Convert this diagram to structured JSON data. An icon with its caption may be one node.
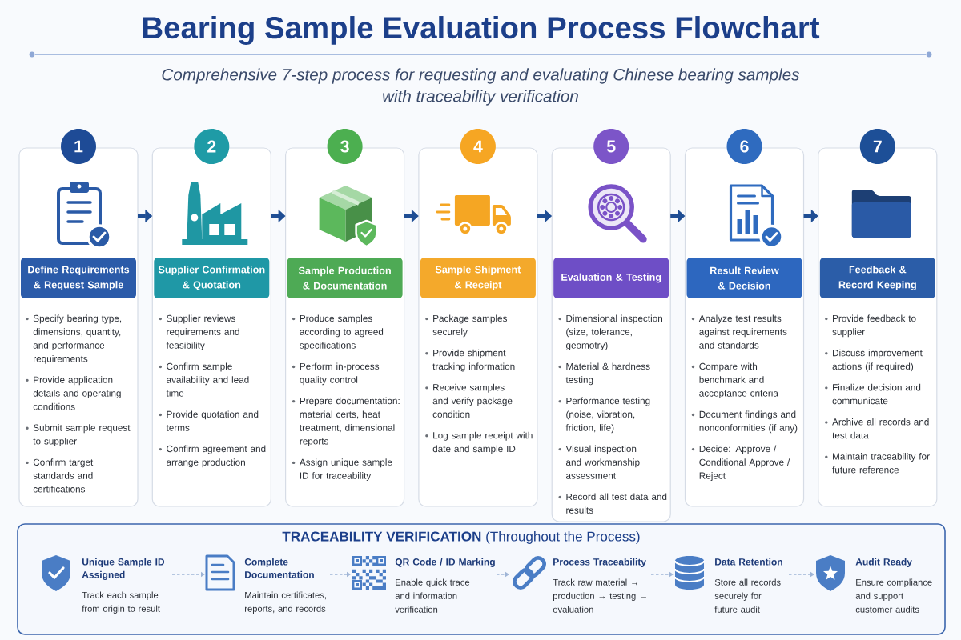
{
  "diagram": {
    "title": "Bearing Sample Evaluation Process Flowchart",
    "caption": "Comprehensive 7-step process for requesting and evaluating Chinese bearing samples with traceability verification",
    "nodes": [
      {
        "text": [
          "Specify bearing type, dimensions, quantity, and performance requirements",
          "Provide application details and operating conditions",
          "Submit sample request to supplier",
          "Confirm target standards and certifications"
        ]
      },
      {
        "text": [
          "1"
        ]
      },
      {
        "text": [
          "Define Requirements & Request Sample"
        ],
        "in": 0
      },
      {
        "text": [
          "Supplier reviews requirements and feasibility",
          "Confirm sample availability and lead time",
          "Provide quotation and terms",
          "Confirm agreement and arrange production"
        ]
      },
      {
        "text": [
          "2"
        ]
      },
      {
        "text": [
          "Supplier Confirmation & Quotation"
        ],
        "in": 3
      },
      {
        "text": [
          "Produce samples according to agreed specifications",
          "Perform in-process quality control",
          "Prepare documentation: material certs, heat treatment, dimensional reports",
          "Assign unique sample ID for traceability"
        ]
      },
      {
        "text": [
          "3"
        ]
      },
      {
        "text": [
          "Sample Production & Documentation"
        ],
        "in": 6
      },
      {
        "text": [
          "Package samples securely",
          "Provide shipment tracking information",
          "Receive samples and verify package condition",
          "Log sample receipt with date and sample ID"
        ]
      },
      {
        "text": [
          "4"
        ]
      },
      {
        "text": [
          "Sample Shipment & Receipt"
        ],
        "in": 9
      },
      {
        "text": [
          "Dimensional inspection (size, tolerance, geomotry)",
          "Material & hardness testing",
          "Performance testing (noise, vibration, friction, life)",
          "Visual inspection and workmanship assessment",
          "Record all test data and results"
        ]
      },
      {
        "text": [
          "5"
        ]
      },
      {
        "text": [
          "Evaluation & Testing"
        ],
        "in": 12
      },
      {
        "text": [
          "Analyze test results against requirements and standards",
          "Compare with benchmark and acceptance criteria",
          "Document findings and nonconformities (if any)",
          "Decide: Approve / Conditional Approve / Reject"
        ]
      },
      {
        "text": [
          "6"
        ]
      },
      {
        "text": [
          "Result Review & Decision"
        ],
        "in": 15
      },
      {
        "text": [
          "Provide feedback to supplier",
          "Discuss improvement actions (if required)",
          "Finalize decision and communicate",
          "Archive all records and test data",
          "Maintain traceability for future reference"
        ]
      },
      {
        "text": [
          "7"
        ]
      },
      {
        "text": [
          "Feedback & Record Keeping"
        ],
        "in": 18
      },
      {
        "text": [
          "**TRACEABILITY VERIFICATION** (Throughout the Process)"
        ]
      },
      {
        "text": [
          "Unique Sample ID Assigned",
          "Track each sample from origin to result"
        ],
        "in": 21
      },
      {
        "text": [
          "Complete Documentation",
          "Maintain certificates, reports, and records"
        ],
        "in": 21
      },
      {
        "text": [
          "QR Code / ID Marking",
          "Enable quick trace and information verification"
        ],
        "in": 21
      },
      {
        "text": [
          "Process Traceability",
          "Track raw material → production → testing → evaluation"
        ],
        "in": 21
      },
      {
        "text": [
          "Data Retention",
          "Store all records securely for future audit"
        ],
        "in": 21
      },
      {
        "text": [
          "Audit Ready",
          "Ensure compliance and support customer audits"
        ],
        "in": 21
      }
    ],
    "edges": [
      {
        "from": 0,
        "to": 3,
        "arrow": "to"
      },
      {
        "from": 3,
        "to": 6,
        "arrow": "to"
      },
      {
        "from": 6,
        "to": 9,
        "arrow": "to"
      },
      {
        "from": 9,
        "to": 12,
        "arrow": "to"
      },
      {
        "from": 12,
        "to": 15,
        "arrow": "to"
      },
      {
        "from": 15,
        "to": 18,
        "arrow": "to"
      },
      {
        "from": 22,
        "to": 23,
        "arrow": "to",
        "style": "dashed",
        "color": "#9fb5d6"
      },
      {
        "from": 23,
        "to": 24,
        "arrow": "to",
        "style": "dashed",
        "color": "#9fb5d6"
      },
      {
        "from": 24,
        "to": 25,
        "arrow": "to",
        "style": "dashed",
        "color": "#9fb5d6"
      },
      {
        "from": 25,
        "to": 26,
        "arrow": "to",
        "style": "dashed",
        "color": "#9fb5d6"
      },
      {
        "from": 26,
        "to": 27,
        "arrow": "to",
        "style": "dashed",
        "color": "#9fb5d6"
      }
    ]
  }
}
